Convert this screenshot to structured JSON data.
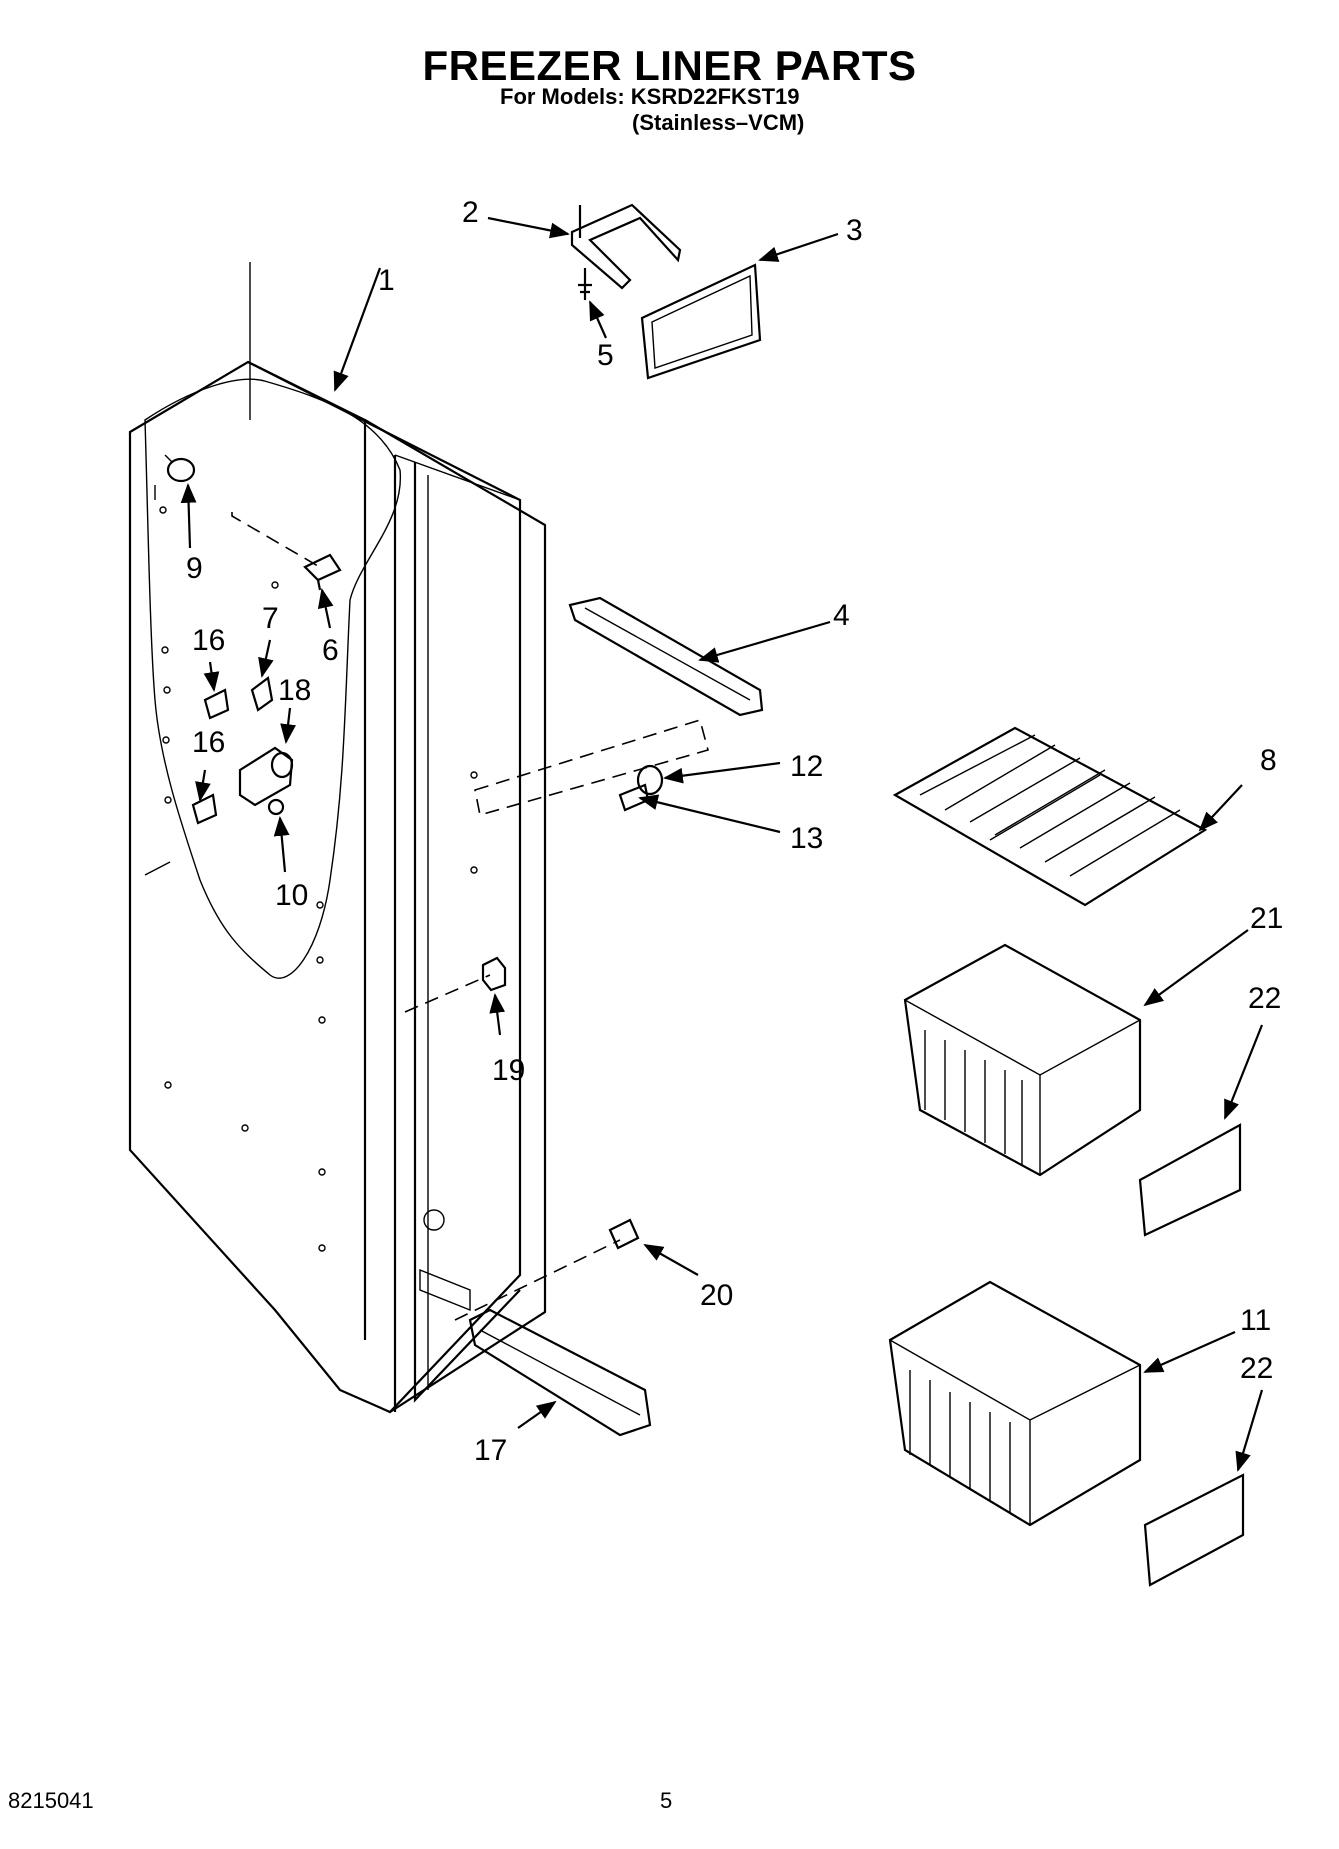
{
  "header": {
    "title": "FREEZER LINER PARTS",
    "models_line1": "For Models: KSRD22FKST19",
    "models_line2": "(Stainless–VCM)"
  },
  "footer": {
    "doc_number": "8215041",
    "page_number": "5"
  },
  "callouts": [
    "1",
    "2",
    "3",
    "4",
    "5",
    "6",
    "7",
    "8",
    "9",
    "10",
    "11",
    "12",
    "13",
    "16",
    "16",
    "17",
    "18",
    "19",
    "20",
    "21",
    "22",
    "22"
  ]
}
